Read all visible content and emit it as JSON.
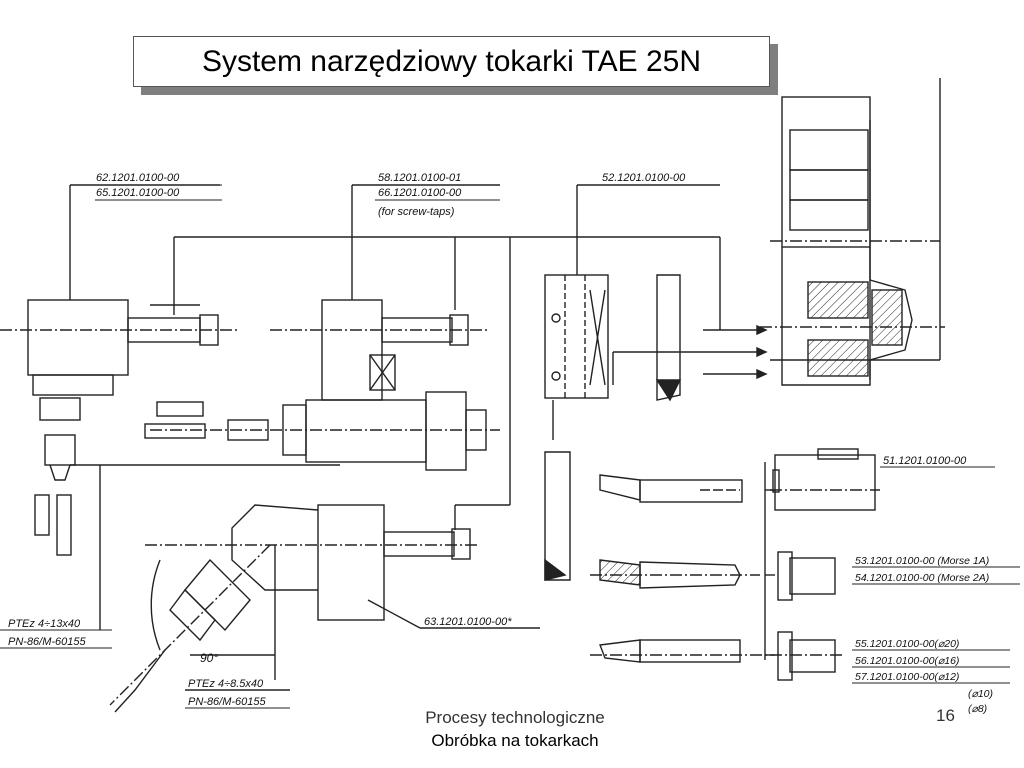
{
  "slide": {
    "title": "System narzędziowy tokarki TAE 25N",
    "footer_line1": "Procesy technologiczne",
    "footer_line2": "Obróbka na tokarkach",
    "page_number": "16"
  },
  "drawing": {
    "labels": {
      "l62": "62.1201.0100-00",
      "l65": "65.1201.0100-00",
      "l58": "58.1201.0100-01",
      "l66": "66.1201.0100-00",
      "screw": "(for screw-taps)",
      "l52": "52.1201.0100-00",
      "l51": "51.1201.0100-00",
      "l53": "53.1201.0100-00 (Morse 1A)",
      "l54": "54.1201.0100-00 (Morse 2A)",
      "l55": "55.1201.0100-00(⌀20)",
      "l56": "56.1201.0100-00(⌀16)",
      "l57": "57.1201.0100-00(⌀12)",
      "d10": "(⌀10)",
      "d8": "(⌀8)",
      "l63": "63.1201.0100-00*",
      "pte1a": "PTEz 4÷13x40",
      "pte1b": "PN-86/M-60155",
      "pte2a": "PTEz 4÷8.5x40",
      "pte2b": "PN-86/M-60155",
      "angle": "90°"
    }
  }
}
